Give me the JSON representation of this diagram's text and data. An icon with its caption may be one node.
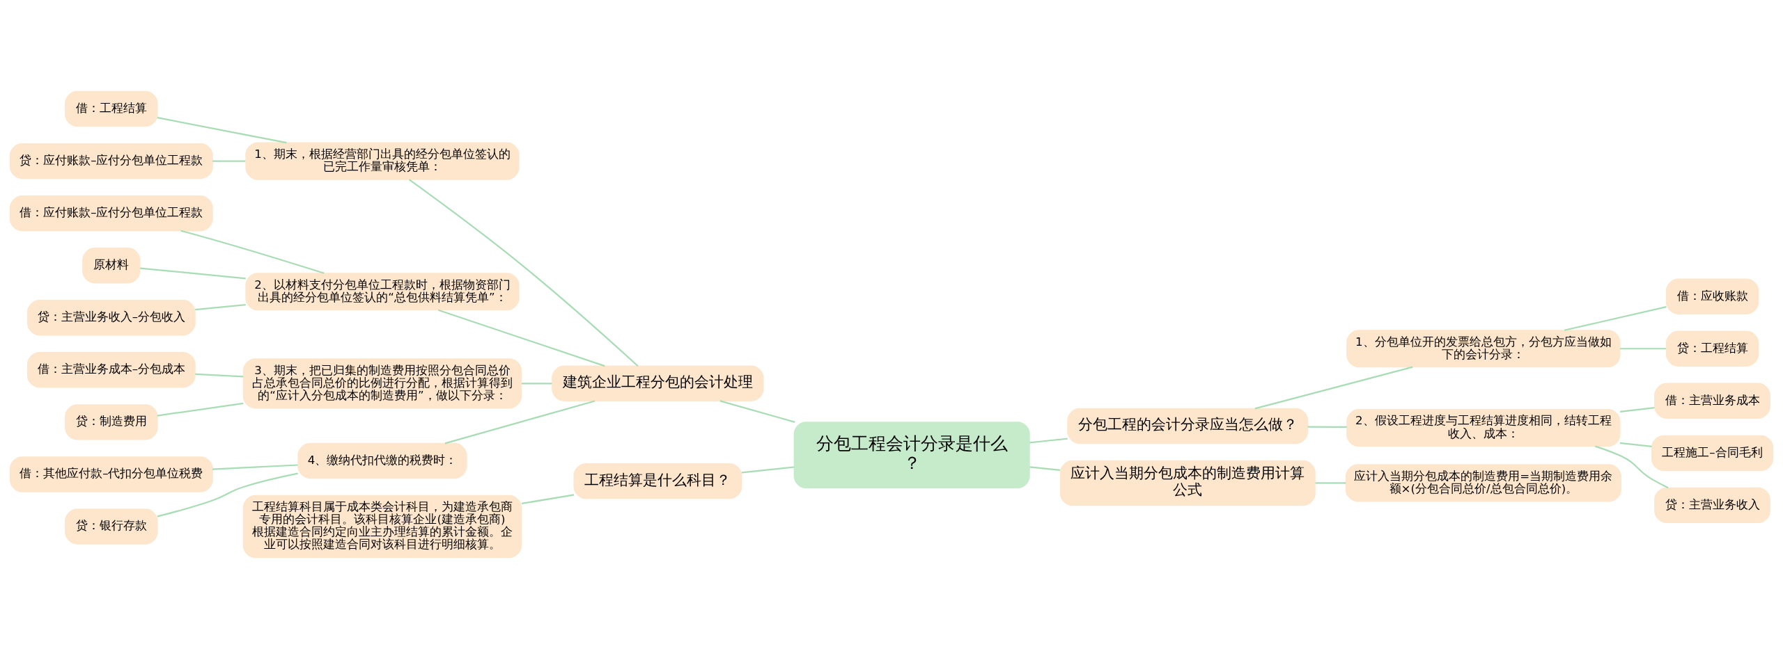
{
  "diagram": {
    "nodes": [
      {
        "text": [
          "分包工程会计分录是什么？"
        ]
      },
      {
        "text": [
          "建筑企业工程分包的会计处理"
        ]
      },
      {
        "text": [
          "1、期末，根据经营部门出具的经分包单位签认的已完工作量审核凭单："
        ]
      },
      {
        "text": [
          "借：工程结算"
        ]
      },
      {
        "text": [
          "贷：应付账款–应付分包单位工程款"
        ]
      },
      {
        "text": [
          "2、以材料支付分包单位工程款时，根据物资部门出具的经分包单位签认的“总包供料结算凭单”："
        ]
      },
      {
        "text": [
          "借：应付账款–应付分包单位工程款"
        ]
      },
      {
        "text": [
          "原材料"
        ]
      },
      {
        "text": [
          "贷：主营业务收入–分包收入"
        ]
      },
      {
        "text": [
          "3、期末，把已归集的制造费用按照分包合同总价占总承包合同总价的比例进行分配，根据计算得到的“应计入分包成本的制造费用”，做以下分录："
        ]
      },
      {
        "text": [
          "借：主营业务成本–分包成本"
        ]
      },
      {
        "text": [
          "贷：制造费用"
        ]
      },
      {
        "text": [
          "4、缴纳代扣代缴的税费时："
        ]
      },
      {
        "text": [
          "借：其他应付款–代扣分包单位税费"
        ]
      },
      {
        "text": [
          "贷：银行存款"
        ]
      },
      {
        "text": [
          "工程结算是什么科目？"
        ]
      },
      {
        "text": [
          "工程结算科目属于成本类会计科目，为建造承包商专用的会计科目。该科目核算企业(建造承包商)根据建造合同约定向业主办理结算的累计金额。企业可以按照建造合同对该科目进行明细核算。"
        ]
      },
      {
        "text": [
          "分包工程的会计分录应当怎么做？"
        ]
      },
      {
        "text": [
          "1、分包单位开的发票给总包方，分包方应当做如下的会计分录："
        ]
      },
      {
        "text": [
          "借：应收账款"
        ]
      },
      {
        "text": [
          "贷：工程结算"
        ]
      },
      {
        "text": [
          "2、假设工程进度与工程结算进度相同，结转工程收入、成本："
        ]
      },
      {
        "text": [
          "借：主营业务成本"
        ]
      },
      {
        "text": [
          "工程施工–合同毛利"
        ]
      },
      {
        "text": [
          "贷：主营业务收入"
        ]
      },
      {
        "text": [
          "应计入当期分包成本的制造费用计算公式"
        ]
      },
      {
        "text": [
          "应计入当期分包成本的制造费用=当期制造费用余额×(分包合同总价/总包合同总价)。"
        ]
      }
    ],
    "edges": [
      {
        "from": 0,
        "to": 1,
        "arrow": "none"
      },
      {
        "from": 1,
        "to": 2,
        "arrow": "none"
      },
      {
        "from": 2,
        "to": 3,
        "arrow": "none"
      },
      {
        "from": 2,
        "to": 4,
        "arrow": "none"
      },
      {
        "from": 1,
        "to": 5,
        "arrow": "none"
      },
      {
        "from": 5,
        "to": 6,
        "arrow": "none"
      },
      {
        "from": 5,
        "to": 7,
        "arrow": "none"
      },
      {
        "from": 5,
        "to": 8,
        "arrow": "none"
      },
      {
        "from": 1,
        "to": 9,
        "arrow": "none"
      },
      {
        "from": 9,
        "to": 10,
        "arrow": "none"
      },
      {
        "from": 9,
        "to": 11,
        "arrow": "none"
      },
      {
        "from": 1,
        "to": 12,
        "arrow": "none"
      },
      {
        "from": 12,
        "to": 13,
        "arrow": "none"
      },
      {
        "from": 12,
        "to": 14,
        "arrow": "none"
      },
      {
        "from": 0,
        "to": 15,
        "arrow": "none"
      },
      {
        "from": 15,
        "to": 16,
        "arrow": "none"
      },
      {
        "from": 0,
        "to": 17,
        "arrow": "none"
      },
      {
        "from": 17,
        "to": 18,
        "arrow": "none"
      },
      {
        "from": 18,
        "to": 19,
        "arrow": "none"
      },
      {
        "from": 18,
        "to": 20,
        "arrow": "none"
      },
      {
        "from": 17,
        "to": 21,
        "arrow": "none"
      },
      {
        "from": 21,
        "to": 22,
        "arrow": "none"
      },
      {
        "from": 21,
        "to": 23,
        "arrow": "none"
      },
      {
        "from": 21,
        "to": 24,
        "arrow": "none"
      },
      {
        "from": 0,
        "to": 25,
        "arrow": "none"
      },
      {
        "from": 25,
        "to": 26,
        "arrow": "none"
      }
    ]
  }
}
